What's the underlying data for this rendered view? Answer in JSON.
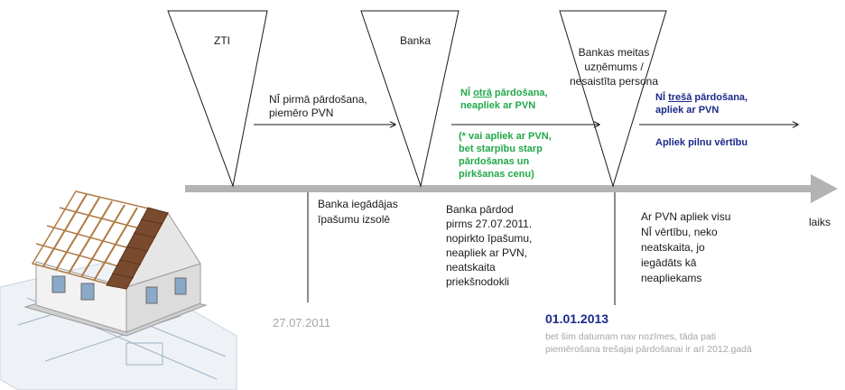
{
  "funnels": [
    {
      "label": "ZTI"
    },
    {
      "label": "Banka"
    },
    {
      "label": "Bankas meitas uzņēmums / nesaistīta persona"
    }
  ],
  "sale1": {
    "line1": "NĪ pirmā pārdošana,",
    "line2": "piemēro PVN"
  },
  "sale2": {
    "prefix": "NĪ ",
    "ordinal": "otrā",
    "suffix": " pārdošana,",
    "line2": "neapliek ar PVN",
    "note": "(* vai apliek ar PVN, bet starpību starp pārdošanas un pirkšanas cenu)"
  },
  "sale3": {
    "prefix": "NĪ ",
    "ordinal": "trešā",
    "suffix": " pārdošana,",
    "line2": "apliek ar PVN",
    "line3": "Apliek pilnu vērtību"
  },
  "timeline": {
    "axis_label": "laiks"
  },
  "below": {
    "event1": "Banka iegādājas īpašumu izsolē",
    "event2": "Banka pārdod pirms 27.07.2011. nopirkto īpašumu, neapliek ar PVN, neatskaita priekšnodokli",
    "event3": "Ar PVN apliek visu NĪ vērtību, neko neatskaita, jo iegādāts kā neapliekams"
  },
  "dates": {
    "date1": "27.07.2011",
    "date2": "01.01.2013",
    "date2_note": "bet šim datumam nav nozīmes, tāda pati piemērošana trešajai pārdošanai ir arī 2012.gadā"
  },
  "colors": {
    "arrow": "#b3b3b3",
    "green": "#22a84a",
    "blue": "#1b2a8a"
  },
  "image": {
    "icon": "house-under-construction-icon"
  }
}
